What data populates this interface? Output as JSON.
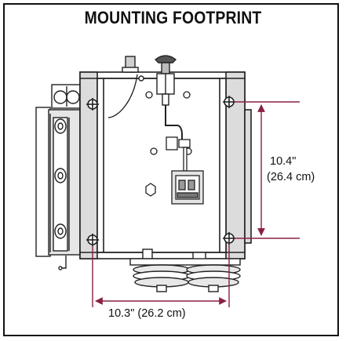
{
  "title": "MOUNTING FOOTPRINT",
  "dimensions": {
    "height_line1": "10.4\"",
    "height_line2": "(26.4 cm)",
    "width": "10.3\" (26.2 cm)"
  },
  "colors": {
    "dimension_line": "#8a2040",
    "outline": "#222222",
    "body_fill": "#ffffff",
    "shade": "#d8d8d8"
  },
  "icons": {
    "mount_hole": "crosshair-circle"
  }
}
